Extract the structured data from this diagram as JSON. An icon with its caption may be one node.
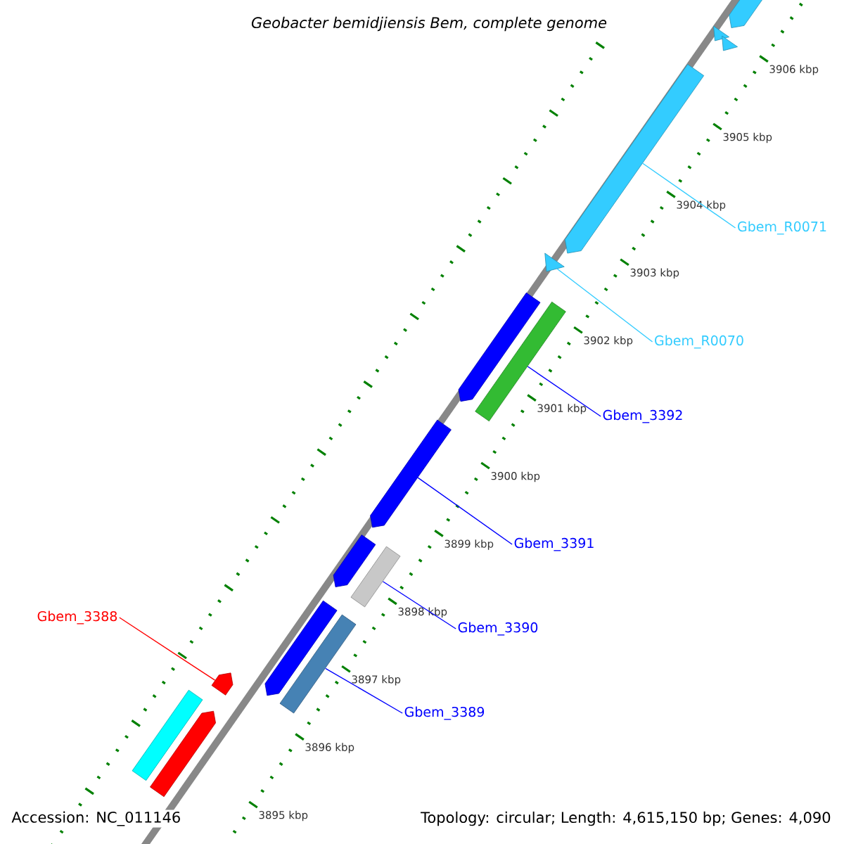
{
  "diagram": {
    "title": "*Geobacter bemidjiensis* Bem, complete genome",
    "nodes": [
      {
        "text": [
          "Gbem_R0071"
        ]
      },
      {
        "text": [
          "Gbem_R0070"
        ]
      },
      {
        "text": [
          "Gbem_3392"
        ]
      },
      {
        "text": [
          "Gbem_3391"
        ]
      },
      {
        "text": [
          "Gbem_3390"
        ]
      },
      {
        "text": [
          "Gbem_3389"
        ]
      },
      {
        "text": [
          "Gbem_3388"
        ]
      },
      {
        "text": [],
        "shape": "arrow"
      },
      {
        "text": [],
        "shape": "triangle"
      },
      {
        "text": [],
        "shape": "triangle"
      },
      {
        "text": [],
        "shape": "arrow"
      },
      {
        "text": [],
        "shape": "triangle"
      },
      {
        "text": [],
        "shape": "arrow"
      },
      {
        "text": [],
        "shape": "box"
      },
      {
        "text": [],
        "shape": "arrow"
      },
      {
        "text": [],
        "shape": "arrow"
      },
      {
        "text": [],
        "shape": "box"
      },
      {
        "text": [],
        "shape": "arrow"
      },
      {
        "text": [],
        "shape": "box"
      },
      {
        "text": [],
        "shape": "arrow"
      },
      {
        "text": [],
        "shape": "box"
      },
      {
        "text": [],
        "shape": "arrow"
      }
    ],
    "edges": [
      {
        "from": 0,
        "to": 10,
        "arrow": "none",
        "color": "#33ccff"
      },
      {
        "from": 1,
        "to": 11,
        "arrow": "none",
        "color": "#33ccff"
      },
      {
        "from": 2,
        "to": 13,
        "arrow": "none"
      },
      {
        "from": 3,
        "to": 14,
        "arrow": "none"
      },
      {
        "from": 4,
        "to": 16,
        "arrow": "none"
      },
      {
        "from": 5,
        "to": 18,
        "arrow": "none"
      },
      {
        "from": 6,
        "to": 19,
        "arrow": "none",
        "color": "#ff0000"
      }
    ],
    "labels": [
      "3906 kbp",
      "3905 kbp",
      "3904 kbp",
      "3903 kbp",
      "3902 kbp",
      "3901 kbp",
      "3900 kbp",
      "3899 kbp",
      "3898 kbp",
      "3897 kbp",
      "3896 kbp",
      "3895 kbp",
      "Accession: NC_011146",
      "Topology: circular; Length: 4,615,150 bp; Genes: 4,090"
    ]
  }
}
